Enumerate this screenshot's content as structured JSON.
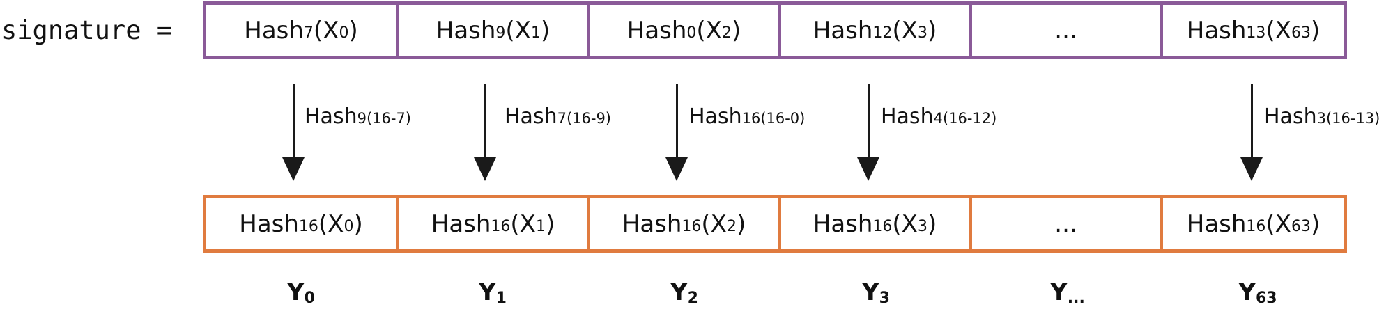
{
  "signature_label": "signature =",
  "top_row": [
    {
      "base": "Hash",
      "sub": "7",
      "arg": "(X",
      "arg_sub": "0",
      "close": ")"
    },
    {
      "base": "Hash",
      "sub": "9",
      "arg": "(X",
      "arg_sub": "1",
      "close": ")"
    },
    {
      "base": "Hash",
      "sub": "0",
      "arg": "(X",
      "arg_sub": "2",
      "close": ")"
    },
    {
      "base": "Hash",
      "sub": "12",
      "arg": "(X",
      "arg_sub": "3",
      "close": ")"
    },
    {
      "text": "..."
    },
    {
      "base": "Hash",
      "sub": "13",
      "arg": "(X",
      "arg_sub": "63",
      "close": ")"
    }
  ],
  "arrows": [
    {
      "base": "Hash",
      "sub": "9(16-7)"
    },
    {
      "base": "Hash",
      "sub": "7(16-9)"
    },
    {
      "base": "Hash",
      "sub": "16(16-0)"
    },
    {
      "base": "Hash",
      "sub": "4(16-12)"
    },
    {
      "base": "Hash",
      "sub": "3(16-13)"
    }
  ],
  "bottom_row": [
    {
      "base": "Hash",
      "sub": "16",
      "arg": "(X",
      "arg_sub": "0",
      "close": ")"
    },
    {
      "base": "Hash",
      "sub": "16",
      "arg": "(X",
      "arg_sub": "1",
      "close": ")"
    },
    {
      "base": "Hash",
      "sub": "16",
      "arg": "(X",
      "arg_sub": "2",
      "close": ")"
    },
    {
      "base": "Hash",
      "sub": "16",
      "arg": "(X",
      "arg_sub": "3",
      "close": ")"
    },
    {
      "text": "..."
    },
    {
      "base": "Hash",
      "sub": "16",
      "arg": "(X",
      "arg_sub": "63",
      "close": ")"
    }
  ],
  "y_labels": [
    {
      "base": "Y",
      "sub": "0"
    },
    {
      "base": "Y",
      "sub": "1"
    },
    {
      "base": "Y",
      "sub": "2"
    },
    {
      "base": "Y",
      "sub": "3"
    },
    {
      "base": "Y",
      "sub": "..."
    },
    {
      "base": "Y",
      "sub": "63"
    }
  ],
  "colors": {
    "top_border": "#8a5a98",
    "bottom_border": "#e07b3f",
    "arrow": "#1a1a1a"
  }
}
